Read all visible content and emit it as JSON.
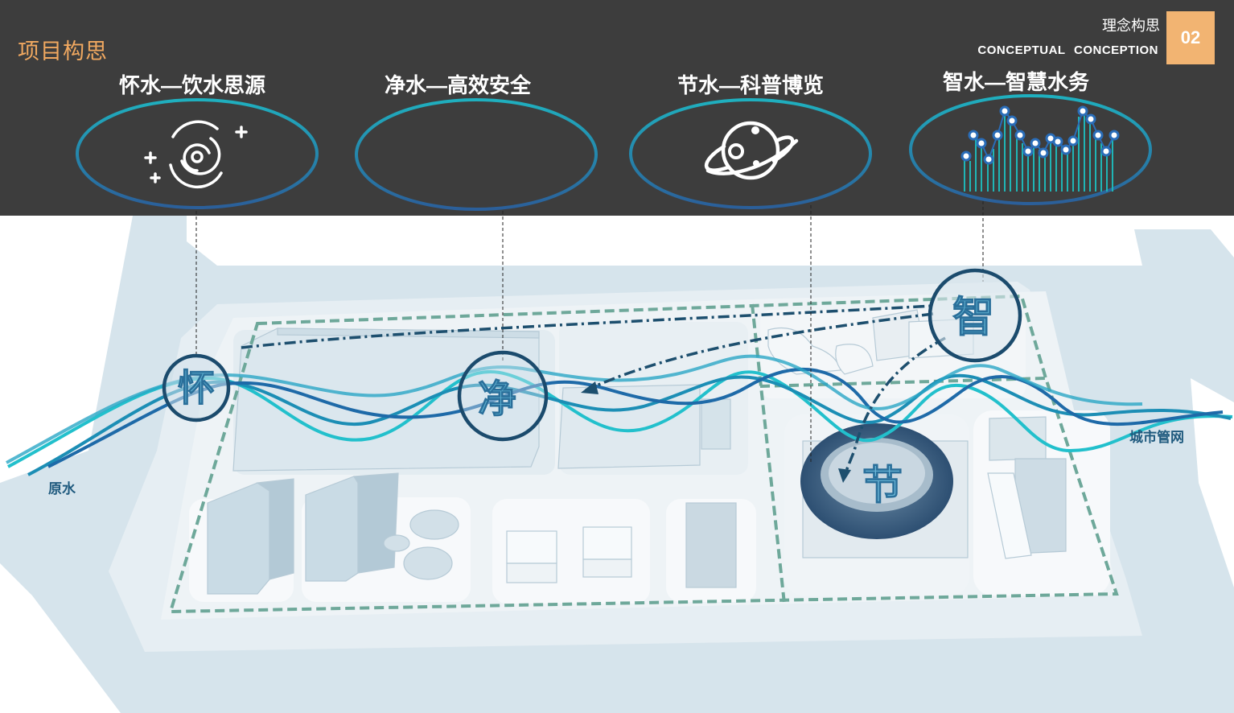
{
  "header": {
    "title": "项目构思",
    "section_cn": "理念构思",
    "section_en": "CONCEPTUAL  CONCEPTION",
    "page_number": "02"
  },
  "concepts": [
    {
      "title": "怀水—饮水思源",
      "icon": "galaxy-icon",
      "marker_char": "怀"
    },
    {
      "title": "净水—高效安全",
      "icon": "light-rays-icon",
      "marker_char": "净"
    },
    {
      "title": "节水—科普博览",
      "icon": "planet-icon",
      "marker_char": "节"
    },
    {
      "title": "智水—智慧水务",
      "icon": "data-points-icon",
      "marker_char": "智"
    }
  ],
  "labels": {
    "raw_water": "原水",
    "city_network": "城市管网"
  },
  "colors": {
    "header_bg": "#3d3d3d",
    "accent_orange": "#f2b472",
    "teal": "#1fb5c4",
    "navy": "#1d4f6e"
  }
}
